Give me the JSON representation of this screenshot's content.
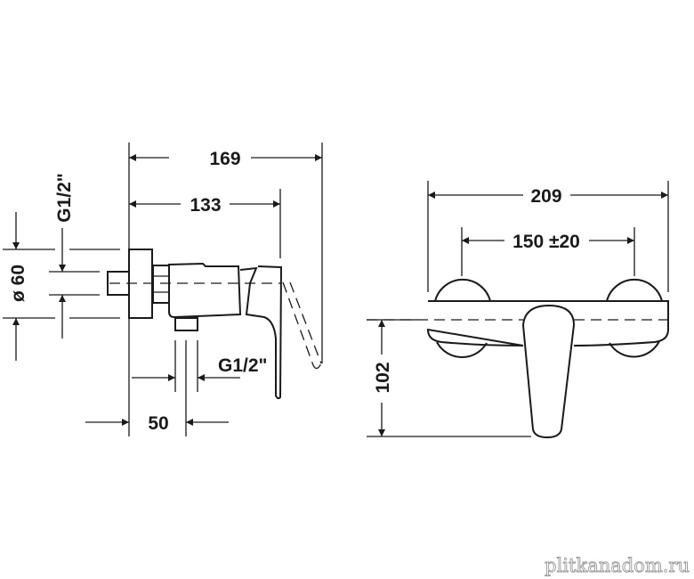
{
  "side_view": {
    "dim_total_depth": "169",
    "dim_lever_depth": "133",
    "dim_rosette_diameter": "ø 60",
    "dim_inlet_thread": "G1/2\"",
    "dim_outlet_thread": "G1/2\"",
    "dim_outlet_offset": "50"
  },
  "front_view": {
    "dim_total_width": "209",
    "dim_center_distance": "150 ±20",
    "dim_height": "102"
  },
  "watermark": "plitkanadom.ru"
}
